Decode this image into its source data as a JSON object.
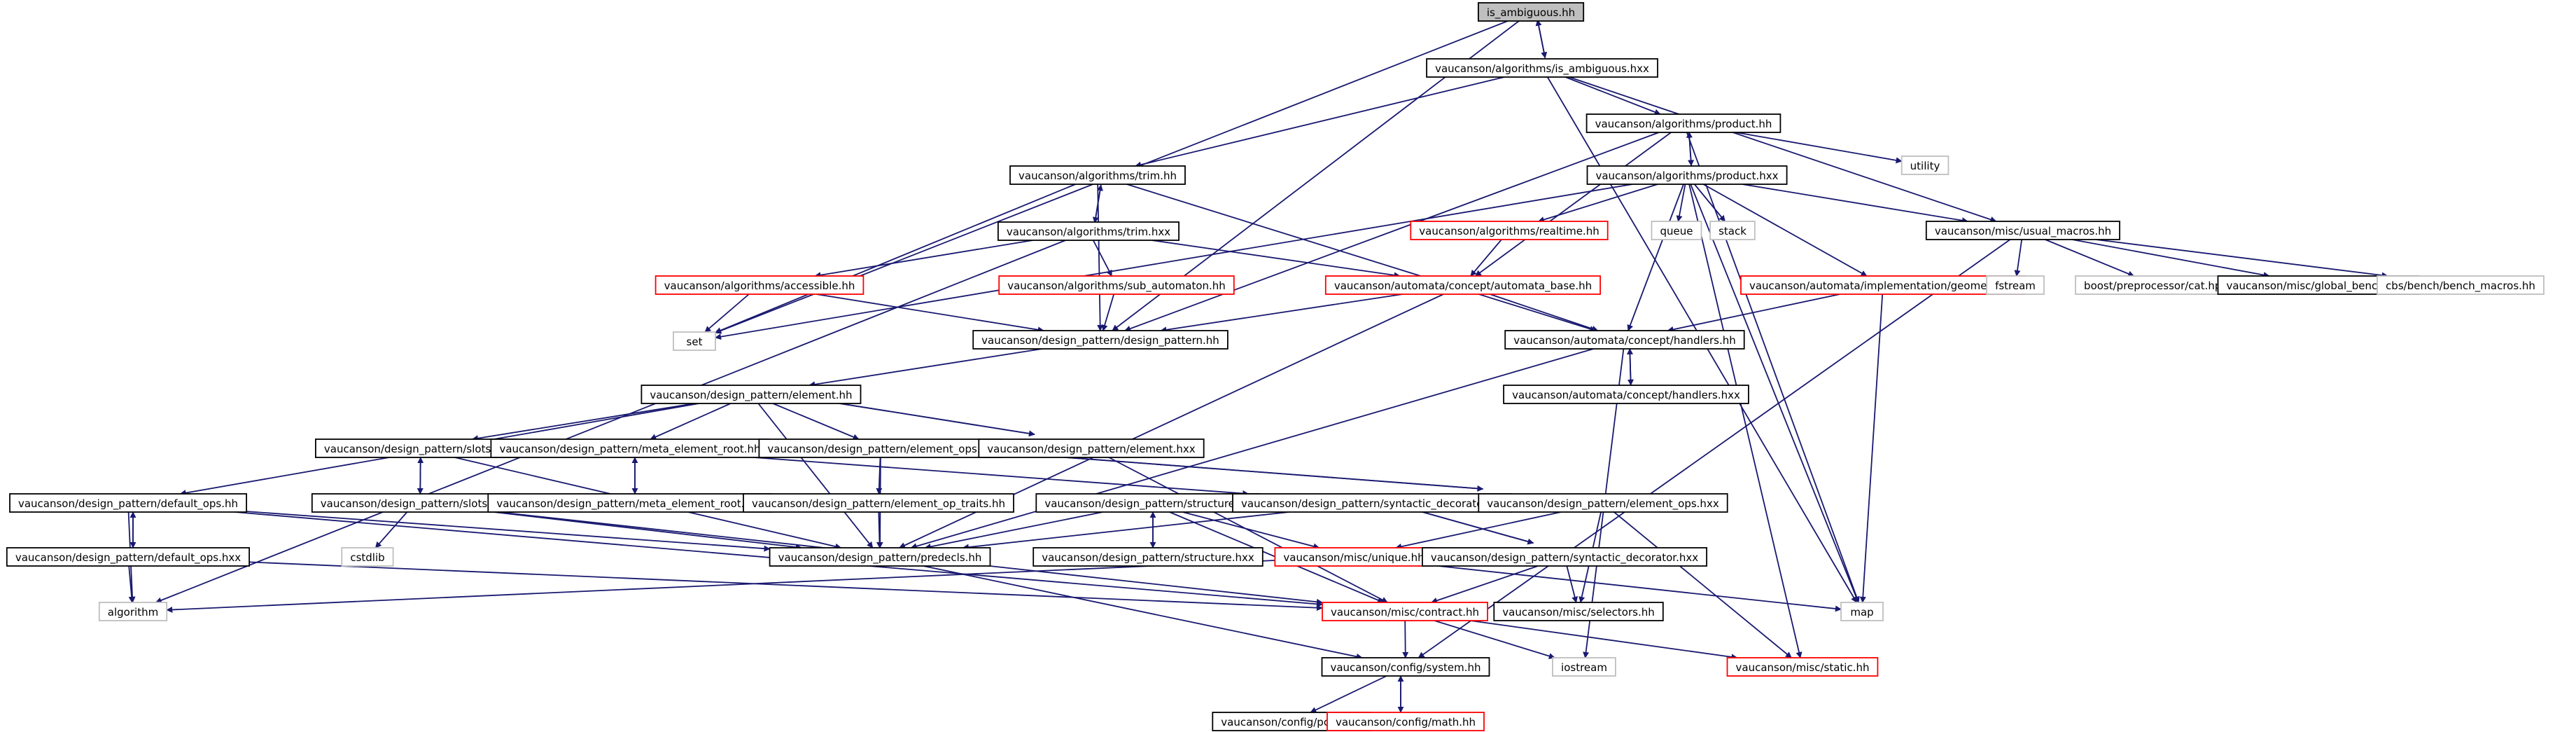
{
  "colors": {
    "edge": "#191970",
    "node_normal_border": "#000000",
    "node_missing_border": "#bfbfbf",
    "node_error_border": "#ff0000",
    "node_root_fill": "#bfbfbf",
    "node_fill": "#ffffff",
    "text": "#000000"
  },
  "nodes": [
    {
      "id": "is_amb_hh",
      "label": "is_ambiguous.hh",
      "style": "root"
    },
    {
      "id": "is_amb_hxx",
      "label": "vaucanson/algorithms/is_ambiguous.hxx",
      "style": "normal"
    },
    {
      "id": "product_hh",
      "label": "vaucanson/algorithms/product.hh",
      "style": "normal"
    },
    {
      "id": "product_hxx",
      "label": "vaucanson/algorithms/product.hxx",
      "style": "normal"
    },
    {
      "id": "utility",
      "label": "utility",
      "style": "missing"
    },
    {
      "id": "trim_hh",
      "label": "vaucanson/algorithms/trim.hh",
      "style": "normal"
    },
    {
      "id": "trim_hxx",
      "label": "vaucanson/algorithms/trim.hxx",
      "style": "normal"
    },
    {
      "id": "realtime",
      "label": "vaucanson/algorithms/realtime.hh",
      "style": "error"
    },
    {
      "id": "queue",
      "label": "queue",
      "style": "missing"
    },
    {
      "id": "stack",
      "label": "stack",
      "style": "missing"
    },
    {
      "id": "usual_macros",
      "label": "vaucanson/misc/usual_macros.hh",
      "style": "normal"
    },
    {
      "id": "accessible",
      "label": "vaucanson/algorithms/accessible.hh",
      "style": "error"
    },
    {
      "id": "sub_automaton",
      "label": "vaucanson/algorithms/sub_automaton.hh",
      "style": "error"
    },
    {
      "id": "automata_base",
      "label": "vaucanson/automata/concept/automata_base.hh",
      "style": "error"
    },
    {
      "id": "geometry",
      "label": "vaucanson/automata/implementation/geometry.hh",
      "style": "error"
    },
    {
      "id": "fstream",
      "label": "fstream",
      "style": "missing"
    },
    {
      "id": "boost_cat",
      "label": "boost/preprocessor/cat.hpp",
      "style": "missing"
    },
    {
      "id": "global_bencher",
      "label": "vaucanson/misc/global_bencher.hh",
      "style": "normal"
    },
    {
      "id": "cbs_macros",
      "label": "cbs/bench/bench_macros.hh",
      "style": "missing"
    },
    {
      "id": "set",
      "label": "set",
      "style": "missing"
    },
    {
      "id": "design_pattern_hh",
      "label": "vaucanson/design_pattern/design_pattern.hh",
      "style": "normal"
    },
    {
      "id": "handlers_hh",
      "label": "vaucanson/automata/concept/handlers.hh",
      "style": "normal"
    },
    {
      "id": "handlers_hxx",
      "label": "vaucanson/automata/concept/handlers.hxx",
      "style": "normal"
    },
    {
      "id": "element_hh",
      "label": "vaucanson/design_pattern/element.hh",
      "style": "normal"
    },
    {
      "id": "slots_hh",
      "label": "vaucanson/design_pattern/slots.hh",
      "style": "normal"
    },
    {
      "id": "meta_root_hh",
      "label": "vaucanson/design_pattern/meta_element_root.hh",
      "style": "normal"
    },
    {
      "id": "element_ops_hh",
      "label": "vaucanson/design_pattern/element_ops.hh",
      "style": "normal"
    },
    {
      "id": "element_hxx",
      "label": "vaucanson/design_pattern/element.hxx",
      "style": "normal"
    },
    {
      "id": "default_ops_hh",
      "label": "vaucanson/design_pattern/default_ops.hh",
      "style": "normal"
    },
    {
      "id": "slots_hxx",
      "label": "vaucanson/design_pattern/slots.hxx",
      "style": "normal"
    },
    {
      "id": "meta_root_hxx",
      "label": "vaucanson/design_pattern/meta_element_root.hxx",
      "style": "normal"
    },
    {
      "id": "op_traits",
      "label": "vaucanson/design_pattern/element_op_traits.hh",
      "style": "normal"
    },
    {
      "id": "structure_hh",
      "label": "vaucanson/design_pattern/structure.hh",
      "style": "normal"
    },
    {
      "id": "syn_dec_hh",
      "label": "vaucanson/design_pattern/syntactic_decorator.hh",
      "style": "normal"
    },
    {
      "id": "element_ops_hxx",
      "label": "vaucanson/design_pattern/element_ops.hxx",
      "style": "normal"
    },
    {
      "id": "default_ops_hxx",
      "label": "vaucanson/design_pattern/default_ops.hxx",
      "style": "normal"
    },
    {
      "id": "cstdlib",
      "label": "cstdlib",
      "style": "missing"
    },
    {
      "id": "predecls",
      "label": "vaucanson/design_pattern/predecls.hh",
      "style": "normal"
    },
    {
      "id": "structure_hxx",
      "label": "vaucanson/design_pattern/structure.hxx",
      "style": "normal"
    },
    {
      "id": "unique",
      "label": "vaucanson/misc/unique.hh",
      "style": "error"
    },
    {
      "id": "syn_dec_hxx",
      "label": "vaucanson/design_pattern/syntactic_decorator.hxx",
      "style": "normal"
    },
    {
      "id": "map",
      "label": "map",
      "style": "missing"
    },
    {
      "id": "algorithm",
      "label": "algorithm",
      "style": "missing"
    },
    {
      "id": "contract",
      "label": "vaucanson/misc/contract.hh",
      "style": "error"
    },
    {
      "id": "selectors",
      "label": "vaucanson/misc/selectors.hh",
      "style": "normal"
    },
    {
      "id": "system",
      "label": "vaucanson/config/system.hh",
      "style": "normal"
    },
    {
      "id": "iostream",
      "label": "iostream",
      "style": "missing"
    },
    {
      "id": "static",
      "label": "vaucanson/misc/static.hh",
      "style": "error"
    },
    {
      "id": "pconf",
      "label": "vaucanson/config/pconf.hh",
      "style": "normal"
    },
    {
      "id": "math",
      "label": "vaucanson/config/math.hh",
      "style": "error"
    }
  ],
  "edges": [
    {
      "from": "is_amb_hh",
      "to": "is_amb_hxx"
    },
    {
      "from": "is_amb_hxx",
      "to": "is_amb_hh"
    },
    {
      "from": "is_amb_hh",
      "to": "design_pattern_hh"
    },
    {
      "from": "is_amb_hh",
      "to": "set"
    },
    {
      "from": "is_amb_hxx",
      "to": "product_hh"
    },
    {
      "from": "is_amb_hxx",
      "to": "trim_hh"
    },
    {
      "from": "is_amb_hxx",
      "to": "usual_macros"
    },
    {
      "from": "is_amb_hxx",
      "to": "map"
    },
    {
      "from": "product_hh",
      "to": "product_hxx"
    },
    {
      "from": "product_hxx",
      "to": "product_hh"
    },
    {
      "from": "product_hh",
      "to": "utility"
    },
    {
      "from": "product_hh",
      "to": "map"
    },
    {
      "from": "product_hh",
      "to": "design_pattern_hh"
    },
    {
      "from": "product_hh",
      "to": "automata_base"
    },
    {
      "from": "product_hxx",
      "to": "realtime"
    },
    {
      "from": "product_hxx",
      "to": "queue"
    },
    {
      "from": "product_hxx",
      "to": "stack"
    },
    {
      "from": "product_hxx",
      "to": "usual_macros"
    },
    {
      "from": "product_hxx",
      "to": "geometry"
    },
    {
      "from": "product_hxx",
      "to": "handlers_hh"
    },
    {
      "from": "product_hxx",
      "to": "map"
    },
    {
      "from": "product_hxx",
      "to": "set"
    },
    {
      "from": "product_hxx",
      "to": "static"
    },
    {
      "from": "realtime",
      "to": "automata_base"
    },
    {
      "from": "trim_hh",
      "to": "trim_hxx"
    },
    {
      "from": "trim_hxx",
      "to": "trim_hh"
    },
    {
      "from": "trim_hh",
      "to": "set"
    },
    {
      "from": "trim_hh",
      "to": "design_pattern_hh"
    },
    {
      "from": "trim_hh",
      "to": "handlers_hh"
    },
    {
      "from": "trim_hxx",
      "to": "accessible"
    },
    {
      "from": "trim_hxx",
      "to": "sub_automaton"
    },
    {
      "from": "trim_hxx",
      "to": "automata_base"
    },
    {
      "from": "trim_hxx",
      "to": "algorithm"
    },
    {
      "from": "accessible",
      "to": "set"
    },
    {
      "from": "accessible",
      "to": "design_pattern_hh"
    },
    {
      "from": "sub_automaton",
      "to": "design_pattern_hh"
    },
    {
      "from": "automata_base",
      "to": "design_pattern_hh"
    },
    {
      "from": "automata_base",
      "to": "handlers_hh"
    },
    {
      "from": "automata_base",
      "to": "predecls"
    },
    {
      "from": "geometry",
      "to": "handlers_hh"
    },
    {
      "from": "geometry",
      "to": "map"
    },
    {
      "from": "usual_macros",
      "to": "fstream"
    },
    {
      "from": "usual_macros",
      "to": "boost_cat"
    },
    {
      "from": "usual_macros",
      "to": "global_bencher"
    },
    {
      "from": "usual_macros",
      "to": "cbs_macros"
    },
    {
      "from": "usual_macros",
      "to": "system"
    },
    {
      "from": "design_pattern_hh",
      "to": "element_hh"
    },
    {
      "from": "handlers_hh",
      "to": "handlers_hxx"
    },
    {
      "from": "handlers_hxx",
      "to": "handlers_hh"
    },
    {
      "from": "handlers_hh",
      "to": "predecls"
    },
    {
      "from": "handlers_hh",
      "to": "iostream"
    },
    {
      "from": "element_hh",
      "to": "slots_hh"
    },
    {
      "from": "element_hh",
      "to": "meta_root_hh"
    },
    {
      "from": "element_hh",
      "to": "element_ops_hh"
    },
    {
      "from": "element_hh",
      "to": "element_hxx"
    },
    {
      "from": "element_hxx",
      "to": "element_hh"
    },
    {
      "from": "element_hh",
      "to": "default_ops_hh"
    },
    {
      "from": "element_hh",
      "to": "predecls"
    },
    {
      "from": "element_hxx",
      "to": "contract"
    },
    {
      "from": "slots_hh",
      "to": "slots_hxx"
    },
    {
      "from": "slots_hxx",
      "to": "slots_hh"
    },
    {
      "from": "slots_hh",
      "to": "predecls"
    },
    {
      "from": "slots_hxx",
      "to": "cstdlib"
    },
    {
      "from": "slots_hxx",
      "to": "contract"
    },
    {
      "from": "slots_hxx",
      "to": "predecls"
    },
    {
      "from": "meta_root_hh",
      "to": "meta_root_hxx"
    },
    {
      "from": "meta_root_hxx",
      "to": "meta_root_hh"
    },
    {
      "from": "meta_root_hh",
      "to": "syn_dec_hh"
    },
    {
      "from": "element_ops_hh",
      "to": "op_traits"
    },
    {
      "from": "element_ops_hh",
      "to": "element_ops_hxx"
    },
    {
      "from": "element_ops_hxx",
      "to": "element_ops_hh"
    },
    {
      "from": "element_ops_hh",
      "to": "predecls"
    },
    {
      "from": "element_ops_hxx",
      "to": "unique"
    },
    {
      "from": "element_ops_hxx",
      "to": "selectors"
    },
    {
      "from": "element_ops_hxx",
      "to": "static"
    },
    {
      "from": "op_traits",
      "to": "predecls"
    },
    {
      "from": "default_ops_hh",
      "to": "default_ops_hxx"
    },
    {
      "from": "default_ops_hxx",
      "to": "default_ops_hh"
    },
    {
      "from": "default_ops_hh",
      "to": "predecls"
    },
    {
      "from": "default_ops_hh",
      "to": "algorithm"
    },
    {
      "from": "default_ops_hh",
      "to": "contract"
    },
    {
      "from": "default_ops_hxx",
      "to": "algorithm"
    },
    {
      "from": "default_ops_hxx",
      "to": "contract"
    },
    {
      "from": "structure_hh",
      "to": "structure_hxx"
    },
    {
      "from": "structure_hxx",
      "to": "structure_hh"
    },
    {
      "from": "structure_hh",
      "to": "predecls"
    },
    {
      "from": "structure_hh",
      "to": "unique"
    },
    {
      "from": "structure_hh",
      "to": "contract"
    },
    {
      "from": "syn_dec_hh",
      "to": "syn_dec_hxx"
    },
    {
      "from": "syn_dec_hxx",
      "to": "syn_dec_hh"
    },
    {
      "from": "syn_dec_hh",
      "to": "predecls"
    },
    {
      "from": "syn_dec_hxx",
      "to": "contract"
    },
    {
      "from": "syn_dec_hxx",
      "to": "selectors"
    },
    {
      "from": "unique",
      "to": "map"
    },
    {
      "from": "unique",
      "to": "algorithm"
    },
    {
      "from": "predecls",
      "to": "system"
    },
    {
      "from": "contract",
      "to": "system"
    },
    {
      "from": "contract",
      "to": "iostream"
    },
    {
      "from": "contract",
      "to": "static"
    },
    {
      "from": "system",
      "to": "pconf"
    },
    {
      "from": "system",
      "to": "math"
    },
    {
      "from": "math",
      "to": "system"
    }
  ]
}
